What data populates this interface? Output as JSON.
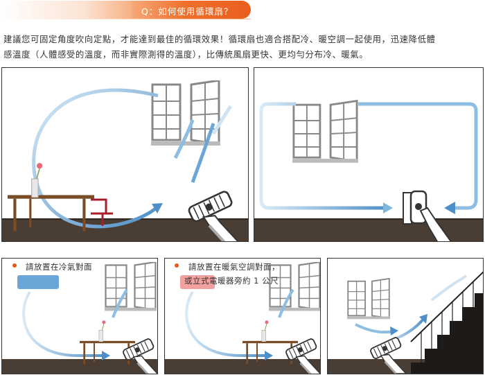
{
  "header": {
    "title": "Q：如何使用循環扇？",
    "accent": "#ea5e1e"
  },
  "intro": {
    "line1": "建議您可固定角度吹向定點，才能達到最佳的循環效果！循環扇也適合搭配冷、暖空調一起使用，迅速降低體",
    "line2": "感溫度（人體感受的溫度，而非實際測得的溫度），比傳統風扇更快、更均勻分布冷、暖氣。"
  },
  "panels": {
    "cold_note": "請放置在冷氣對面",
    "warm_note_line1": "請放置在暖氣空調對面，",
    "warm_note_line2": "或立式電暖器旁約 1 公尺"
  },
  "colors": {
    "floor": "#4a3d33",
    "wall_line": "#c9c9c9",
    "airflow": "#7fb6dc",
    "cold_unit": "#6aa6d8",
    "warm_unit": "#f2a0a0"
  }
}
